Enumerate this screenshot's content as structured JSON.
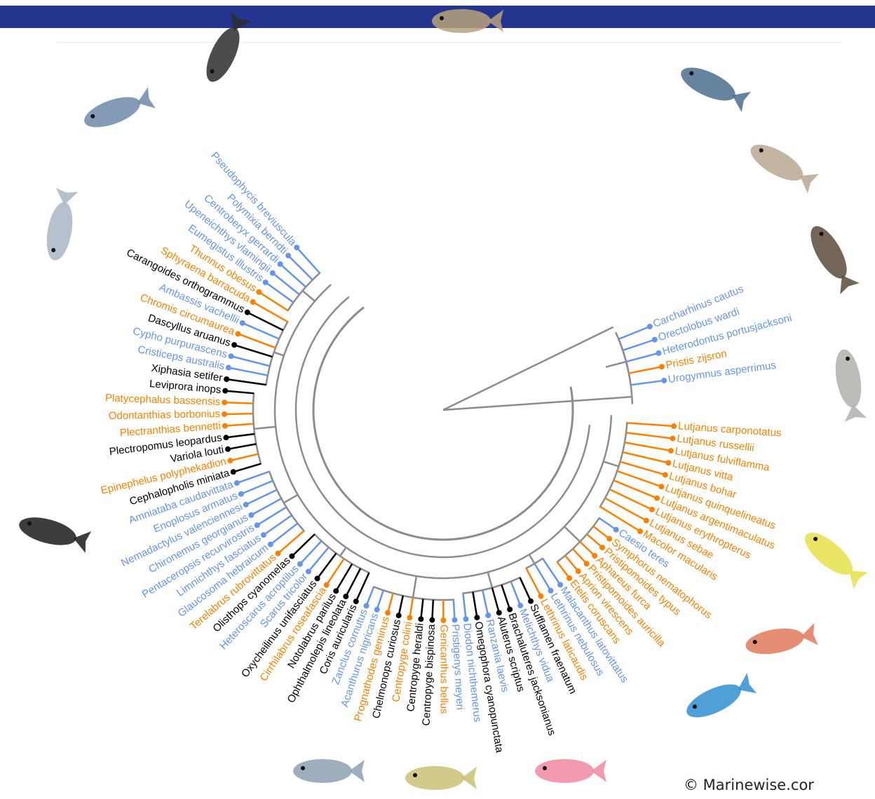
{
  "colors": {
    "banner": "#25358f",
    "orange": "#ff8000",
    "blue": "#6495ed",
    "black": "#000000",
    "trunk": "#8c8c8c"
  },
  "copyright": "© Marinewise.cor",
  "species": [
    {
      "name": "Carcharhinus cautus",
      "color": "blue"
    },
    {
      "name": "Orectolobus wardi",
      "color": "blue"
    },
    {
      "name": "Heterodontus portusjacksoni",
      "color": "blue"
    },
    {
      "name": "Pristis zijsron",
      "color": "orange"
    },
    {
      "name": "Urogymnus asperrimus",
      "color": "blue"
    },
    {
      "name": "Lutjanus carponotatus",
      "color": "orange"
    },
    {
      "name": "Lutjanus russellii",
      "color": "orange"
    },
    {
      "name": "Lutjanus fulviflamma",
      "color": "orange"
    },
    {
      "name": "Lutjanus vitta",
      "color": "orange"
    },
    {
      "name": "Lutjanus bohar",
      "color": "orange"
    },
    {
      "name": "Lutjanus quinquelineatus",
      "color": "orange"
    },
    {
      "name": "Lutjanus argentimaculatus",
      "color": "orange"
    },
    {
      "name": "Lutjanus erythropterus",
      "color": "orange"
    },
    {
      "name": "Lutjanus sebae",
      "color": "orange"
    },
    {
      "name": "Macolor macularis",
      "color": "orange"
    },
    {
      "name": "Caesio teres",
      "color": "blue"
    },
    {
      "name": "Symphorus nematophorus",
      "color": "orange"
    },
    {
      "name": "Pristipomoides typus",
      "color": "orange"
    },
    {
      "name": "Aphareus furca",
      "color": "orange"
    },
    {
      "name": "Pristipomoides auricilla",
      "color": "orange"
    },
    {
      "name": "Aprion virescens",
      "color": "orange"
    },
    {
      "name": "Etelis coruscans",
      "color": "orange"
    },
    {
      "name": "Malacanthus latovittatus",
      "color": "blue"
    },
    {
      "name": "Lethrinus nebulosus",
      "color": "blue"
    },
    {
      "name": "Lethrinus laticaudis",
      "color": "orange"
    },
    {
      "name": "Sufflamen fraenatum",
      "color": "black"
    },
    {
      "name": "Melichthys vidua",
      "color": "blue"
    },
    {
      "name": "Brachaluteres jacksonianus",
      "color": "black"
    },
    {
      "name": "Aluterus scriptus",
      "color": "black"
    },
    {
      "name": "Ranzania laevis",
      "color": "blue"
    },
    {
      "name": "Omegophora cyanopunctata",
      "color": "black"
    },
    {
      "name": "Diodon nichthemerus",
      "color": "blue"
    },
    {
      "name": "Pristigenys meyeri",
      "color": "blue"
    },
    {
      "name": "Genicanthus bellus",
      "color": "orange"
    },
    {
      "name": "Centropyge bispinosa",
      "color": "black"
    },
    {
      "name": "Centropyge heraldi",
      "color": "black"
    },
    {
      "name": "Centropyge colini",
      "color": "orange"
    },
    {
      "name": "Chelmonops curiosus",
      "color": "black"
    },
    {
      "name": "Prognathodes geminus",
      "color": "orange"
    },
    {
      "name": "Acanthurus nigricans",
      "color": "blue"
    },
    {
      "name": "Zanclus cornutus",
      "color": "blue"
    },
    {
      "name": "Coris auricularis",
      "color": "black"
    },
    {
      "name": "Ophthalmolepis lineolata",
      "color": "black"
    },
    {
      "name": "Notolabrus parilus",
      "color": "black"
    },
    {
      "name": "Cirrhilabrus roseafascia",
      "color": "orange"
    },
    {
      "name": "Oxycheilinus unifasciatus",
      "color": "black"
    },
    {
      "name": "Scarus tricolor",
      "color": "blue"
    },
    {
      "name": "Heteroscarus acroptilus",
      "color": "blue"
    },
    {
      "name": "Olisthops cyanomelas",
      "color": "black"
    },
    {
      "name": "Terelabrus rubrovittatus",
      "color": "orange"
    },
    {
      "name": "Glaucosoma hebraicum",
      "color": "blue"
    },
    {
      "name": "Limnichthys fasciatus",
      "color": "blue"
    },
    {
      "name": "Pentaceropsis recurvirostris",
      "color": "blue"
    },
    {
      "name": "Chironemus georgianus",
      "color": "blue"
    },
    {
      "name": "Nemadactylus valenciennesi",
      "color": "blue"
    },
    {
      "name": "Enoplosus armatus",
      "color": "blue"
    },
    {
      "name": "Amniataba caudavittata",
      "color": "blue"
    },
    {
      "name": "Cephalopholis miniata",
      "color": "black"
    },
    {
      "name": "Epinephelus polyphekadion",
      "color": "orange"
    },
    {
      "name": "Variola louti",
      "color": "black"
    },
    {
      "name": "Plectropomus leopardus",
      "color": "black"
    },
    {
      "name": "Plectranthias bennetti",
      "color": "orange"
    },
    {
      "name": "Odontanthias borbonius",
      "color": "orange"
    },
    {
      "name": "Platycephalus bassensis",
      "color": "orange"
    },
    {
      "name": "Leviprora inops",
      "color": "black"
    },
    {
      "name": "Xiphasia setifer",
      "color": "black"
    },
    {
      "name": "Cristiceps australis",
      "color": "blue"
    },
    {
      "name": "Cypho purpurascens",
      "color": "blue"
    },
    {
      "name": "Dascyllus aruanus",
      "color": "black"
    },
    {
      "name": "Chromis circumaurea",
      "color": "orange"
    },
    {
      "name": "Ambassis vachellii",
      "color": "blue"
    },
    {
      "name": "Carangoides orthogrammus",
      "color": "black"
    },
    {
      "name": "Sphyraena barracuda",
      "color": "orange"
    },
    {
      "name": "Thunnus obesus",
      "color": "orange"
    },
    {
      "name": "Eumegistus illustris",
      "color": "blue"
    },
    {
      "name": "Upeneichthys vlamingii",
      "color": "blue"
    },
    {
      "name": "Centroberyx gerrardi",
      "color": "blue"
    },
    {
      "name": "Polymixia berndti",
      "color": "blue"
    },
    {
      "name": "Pseudophycis breviuscula",
      "color": "blue"
    }
  ],
  "illustrations": [
    {
      "icon": "fish-illustration-flathead"
    },
    {
      "icon": "fish-illustration-striped-butterflyfish"
    },
    {
      "icon": "fish-illustration-blue-bream"
    },
    {
      "icon": "fish-illustration-striped-grunter"
    },
    {
      "icon": "fish-illustration-moorish-idol"
    },
    {
      "icon": "fish-illustration-sunfish"
    },
    {
      "icon": "fish-illustration-emperor"
    },
    {
      "icon": "fish-illustration-pink-snapper"
    },
    {
      "icon": "fish-illustration-fusilier"
    },
    {
      "icon": "fish-illustration-red-snapper"
    },
    {
      "icon": "fish-illustration-yellow-snapper"
    },
    {
      "icon": "fish-illustration-sawfish"
    },
    {
      "icon": "fish-illustration-wobbegong"
    },
    {
      "icon": "fish-illustration-small-perch"
    },
    {
      "icon": "fish-illustration-tuna"
    }
  ]
}
